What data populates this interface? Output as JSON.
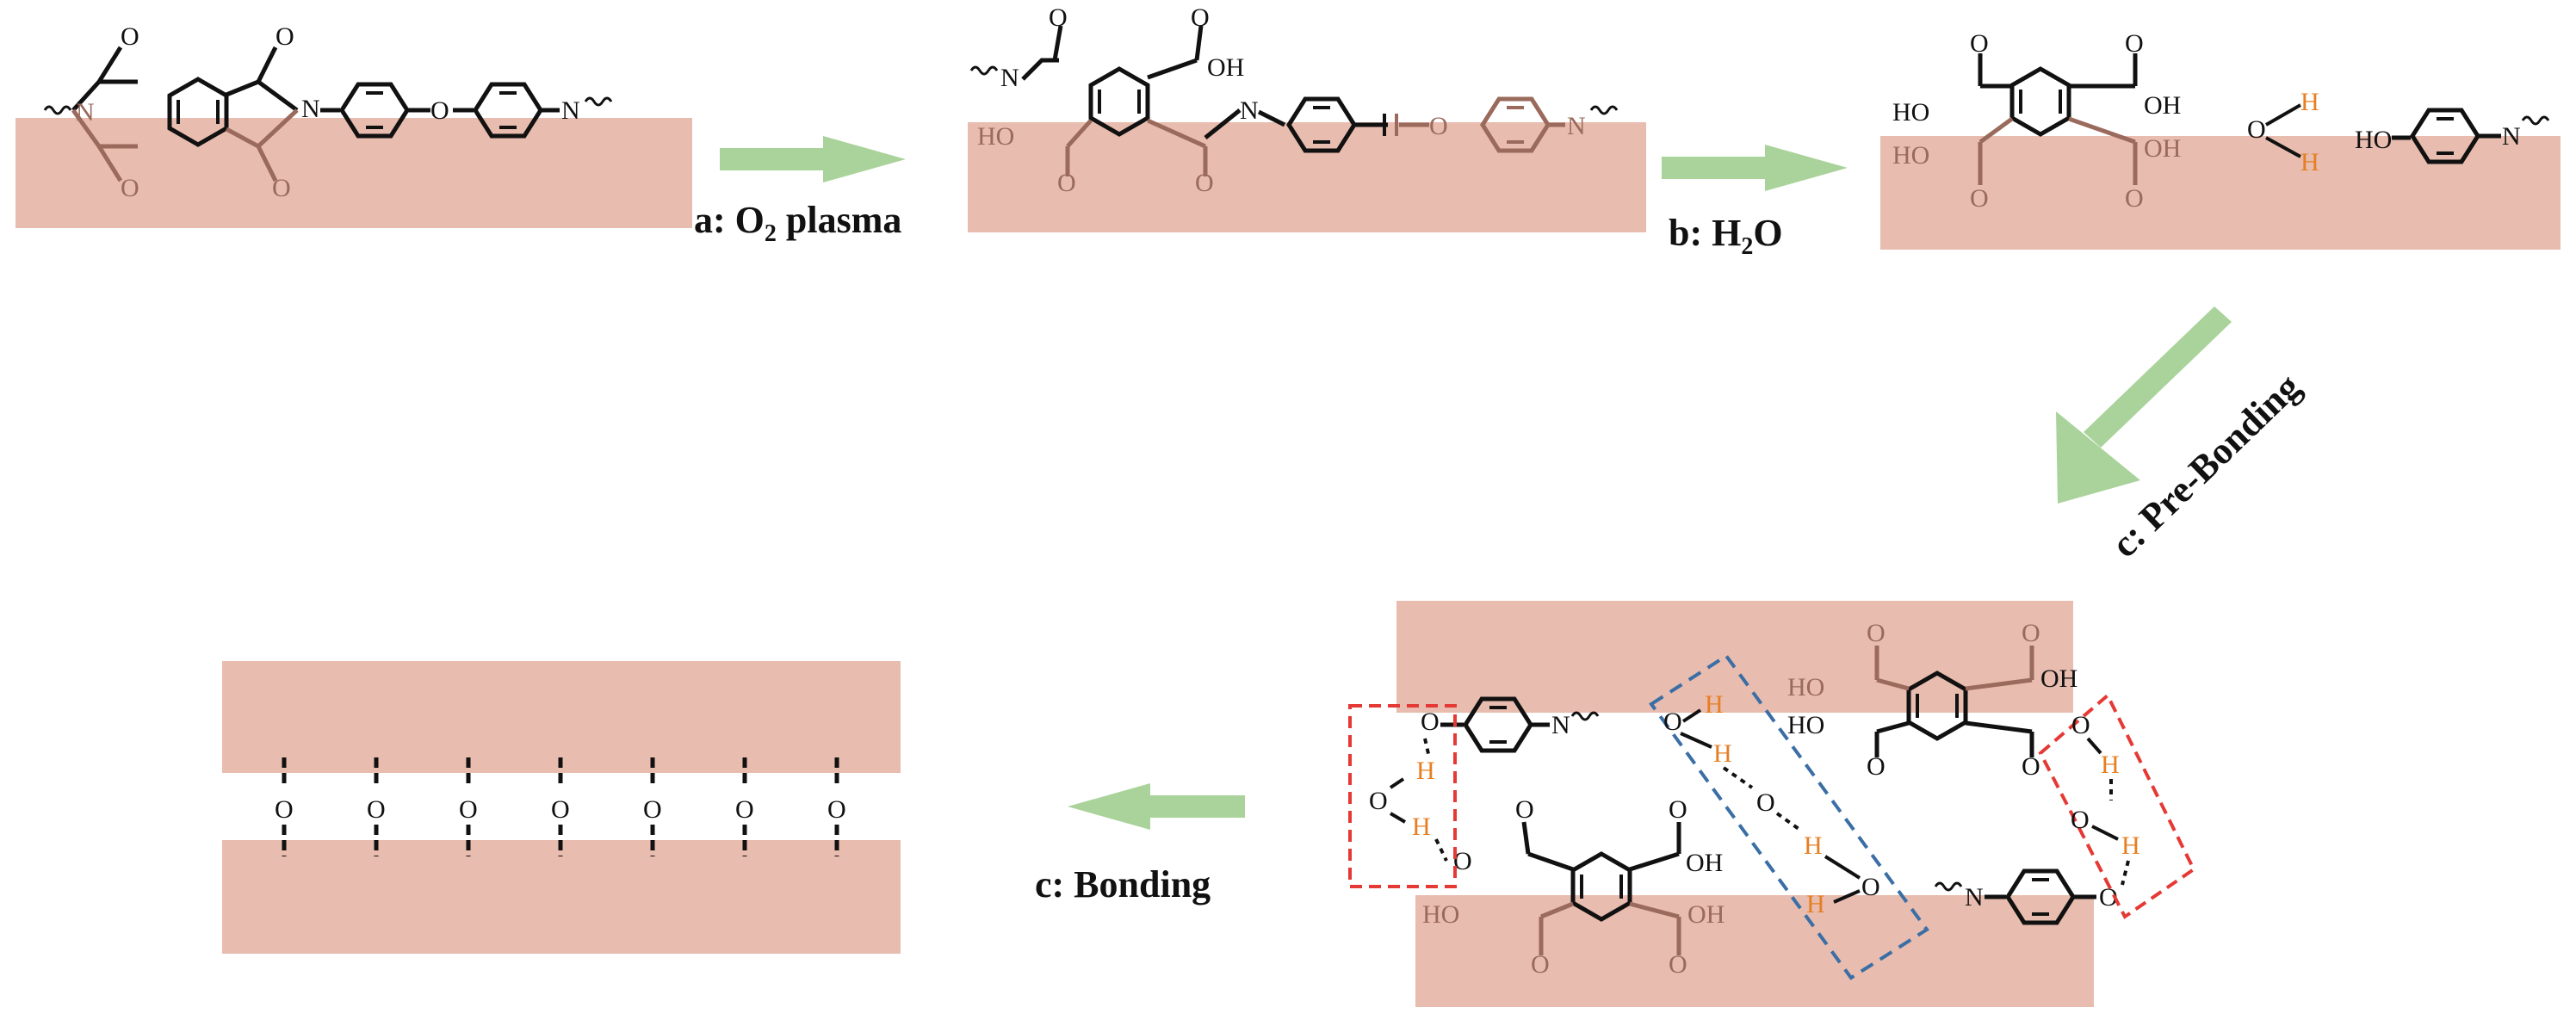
{
  "colors": {
    "surface": "#e8bcae",
    "arrow": "#a9d39a",
    "bond_black": "#111111",
    "bond_surface": "#9a6a5c",
    "hydrogen": "#e67e22",
    "hbond_box_red": "#e53935",
    "hbond_box_blue": "#3a6ea5"
  },
  "steps": {
    "a": {
      "prefix": "a: O",
      "sub": "2",
      "suffix": " plasma"
    },
    "b": {
      "prefix": "b: H",
      "sub": "2",
      "suffix": "O"
    },
    "c_pre": "c: Pre-Bonding",
    "c_bond": "c: Bonding"
  },
  "atoms": {
    "O": "O",
    "N": "N",
    "H": "H",
    "OH": "OH",
    "HO": "HO"
  }
}
